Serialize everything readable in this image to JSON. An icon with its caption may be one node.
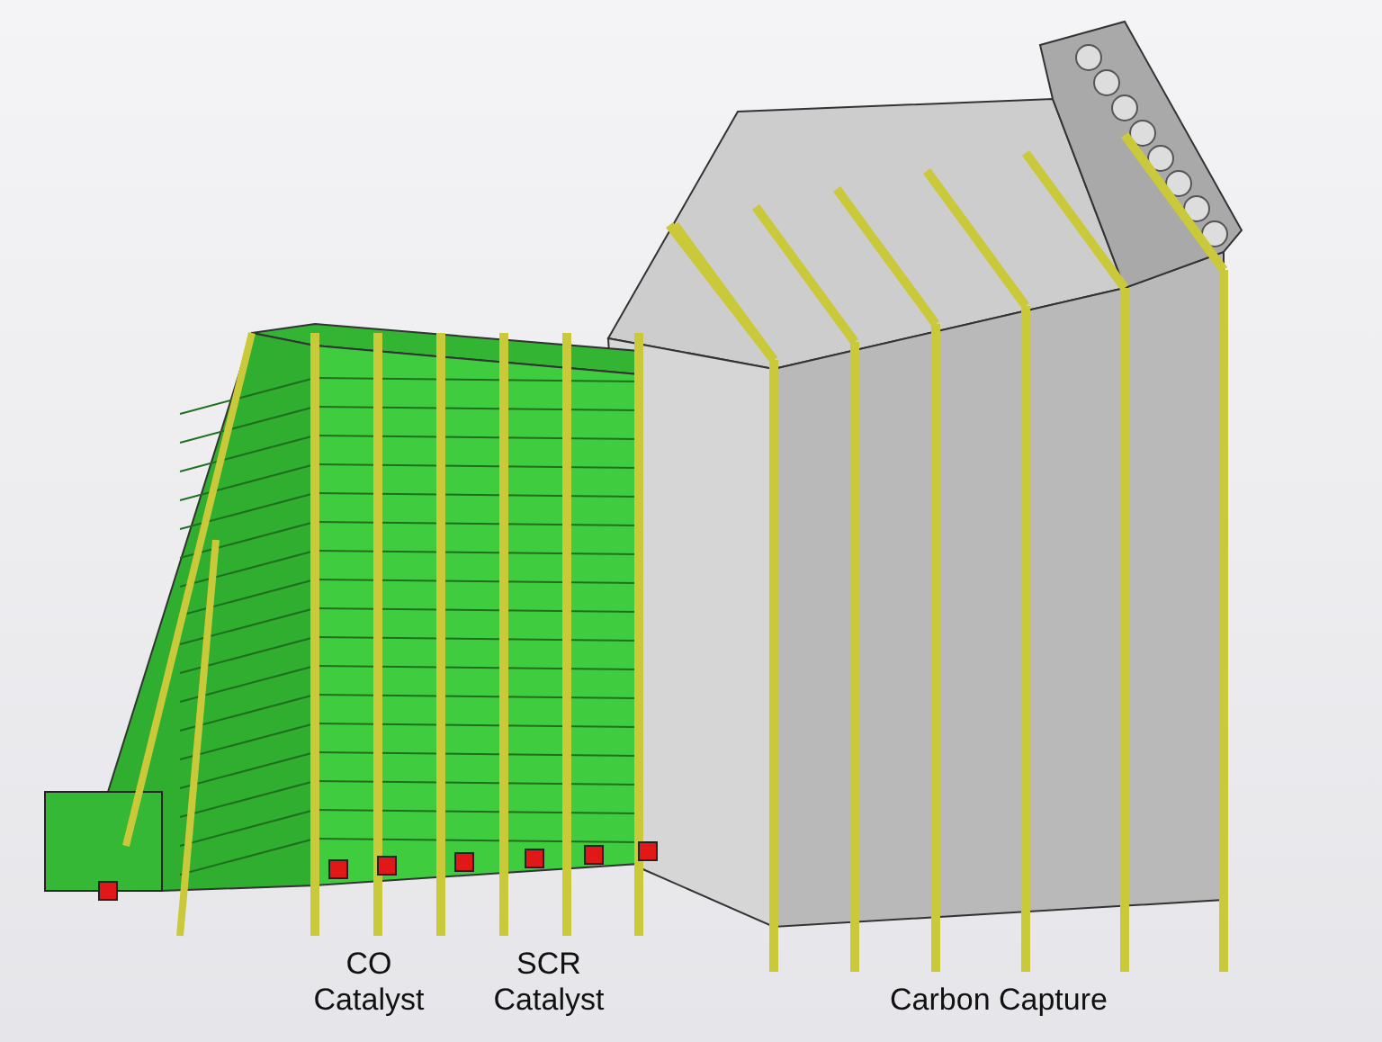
{
  "diagram": {
    "labels": [
      "CO Catalyst",
      "SCR Catalyst",
      "Carbon Capture"
    ]
  }
}
